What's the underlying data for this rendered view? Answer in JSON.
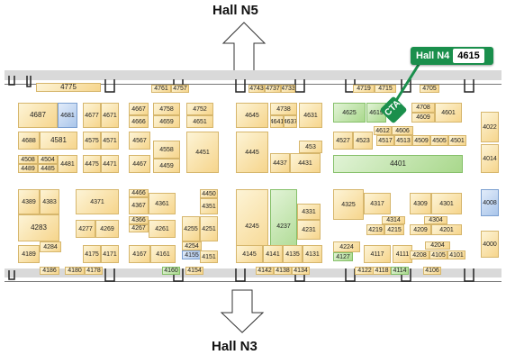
{
  "halls": {
    "north": "Hall N5",
    "south": "Hall N3"
  },
  "marker": {
    "hall": "Hall N4",
    "booth": "4615",
    "cta": "CTA"
  },
  "colors": {
    "booth_fill": "#f6d58c",
    "green_booth": "#a9d88c",
    "blue_booth": "#a9c5ea",
    "marker_green": "#1a8f4c"
  },
  "booths": [
    {
      "label": "4775",
      "style": "big"
    },
    {
      "label": "4761",
      "style": ""
    },
    {
      "label": "4757",
      "style": ""
    },
    {
      "label": "4743",
      "style": ""
    },
    {
      "label": "4737",
      "style": ""
    },
    {
      "label": "4733",
      "style": ""
    },
    {
      "label": "4719",
      "style": ""
    },
    {
      "label": "4715",
      "style": ""
    },
    {
      "label": "4705",
      "style": ""
    },
    {
      "label": "4687",
      "style": "big"
    },
    {
      "label": "4681",
      "style": ""
    },
    {
      "label": "4677",
      "style": ""
    },
    {
      "label": "4671",
      "style": ""
    },
    {
      "label": "4667",
      "style": ""
    },
    {
      "label": "4666",
      "style": ""
    },
    {
      "label": "4758",
      "style": ""
    },
    {
      "label": "4659",
      "style": ""
    },
    {
      "label": "4752",
      "style": ""
    },
    {
      "label": "4651",
      "style": ""
    },
    {
      "label": "4645",
      "style": ""
    },
    {
      "label": "4738",
      "style": ""
    },
    {
      "label": "4641",
      "style": ""
    },
    {
      "label": "4637",
      "style": ""
    },
    {
      "label": "4631",
      "style": ""
    },
    {
      "label": "4625",
      "style": ""
    },
    {
      "label": "4619",
      "style": ""
    },
    {
      "label": "4708",
      "style": ""
    },
    {
      "label": "4609",
      "style": ""
    },
    {
      "label": "4601",
      "style": ""
    },
    {
      "label": "4022",
      "style": ""
    },
    {
      "label": "4688",
      "style": ""
    },
    {
      "label": "4581",
      "style": "big"
    },
    {
      "label": "4575",
      "style": ""
    },
    {
      "label": "4571",
      "style": ""
    },
    {
      "label": "4567",
      "style": ""
    },
    {
      "label": "4527",
      "style": ""
    },
    {
      "label": "4523",
      "style": ""
    },
    {
      "label": "4612",
      "style": ""
    },
    {
      "label": "4606",
      "style": ""
    },
    {
      "label": "4517",
      "style": ""
    },
    {
      "label": "4513",
      "style": ""
    },
    {
      "label": "4509",
      "style": ""
    },
    {
      "label": "4505",
      "style": ""
    },
    {
      "label": "4501",
      "style": ""
    },
    {
      "label": "4508",
      "style": ""
    },
    {
      "label": "4504",
      "style": ""
    },
    {
      "label": "4489",
      "style": ""
    },
    {
      "label": "4485",
      "style": ""
    },
    {
      "label": "4481",
      "style": ""
    },
    {
      "label": "4475",
      "style": ""
    },
    {
      "label": "4471",
      "style": ""
    },
    {
      "label": "4467",
      "style": ""
    },
    {
      "label": "4558",
      "style": ""
    },
    {
      "label": "4459",
      "style": ""
    },
    {
      "label": "4451",
      "style": ""
    },
    {
      "label": "4445",
      "style": ""
    },
    {
      "label": "4437",
      "style": ""
    },
    {
      "label": "4431",
      "style": ""
    },
    {
      "label": "453",
      "style": ""
    },
    {
      "label": "4401",
      "style": "big"
    },
    {
      "label": "4014",
      "style": ""
    },
    {
      "label": "4389",
      "style": ""
    },
    {
      "label": "4383",
      "style": ""
    },
    {
      "label": "4371",
      "style": ""
    },
    {
      "label": "4466",
      "style": ""
    },
    {
      "label": "4367",
      "style": ""
    },
    {
      "label": "4361",
      "style": ""
    },
    {
      "label": "4450",
      "style": ""
    },
    {
      "label": "4351",
      "style": ""
    },
    {
      "label": "4331",
      "style": ""
    },
    {
      "label": "4325",
      "style": ""
    },
    {
      "label": "4317",
      "style": ""
    },
    {
      "label": "4309",
      "style": ""
    },
    {
      "label": "4301",
      "style": ""
    },
    {
      "label": "4008",
      "style": ""
    },
    {
      "label": "4283",
      "style": "big"
    },
    {
      "label": "4277",
      "style": ""
    },
    {
      "label": "4269",
      "style": ""
    },
    {
      "label": "4366",
      "style": ""
    },
    {
      "label": "4267",
      "style": ""
    },
    {
      "label": "4261",
      "style": ""
    },
    {
      "label": "4255",
      "style": ""
    },
    {
      "label": "4251",
      "style": ""
    },
    {
      "label": "4245",
      "style": ""
    },
    {
      "label": "4237",
      "style": ""
    },
    {
      "label": "4231",
      "style": ""
    },
    {
      "label": "4314",
      "style": ""
    },
    {
      "label": "4219",
      "style": ""
    },
    {
      "label": "4215",
      "style": ""
    },
    {
      "label": "4304",
      "style": ""
    },
    {
      "label": "4209",
      "style": ""
    },
    {
      "label": "4201",
      "style": ""
    },
    {
      "label": "4000",
      "style": ""
    },
    {
      "label": "4284",
      "style": ""
    },
    {
      "label": "4189",
      "style": ""
    },
    {
      "label": "4175",
      "style": ""
    },
    {
      "label": "4171",
      "style": ""
    },
    {
      "label": "4167",
      "style": ""
    },
    {
      "label": "4161",
      "style": ""
    },
    {
      "label": "4254",
      "style": ""
    },
    {
      "label": "4155",
      "style": ""
    },
    {
      "label": "4151",
      "style": ""
    },
    {
      "label": "4145",
      "style": ""
    },
    {
      "label": "4141",
      "style": ""
    },
    {
      "label": "4135",
      "style": ""
    },
    {
      "label": "4131",
      "style": ""
    },
    {
      "label": "4224",
      "style": ""
    },
    {
      "label": "4127",
      "style": ""
    },
    {
      "label": "4117",
      "style": ""
    },
    {
      "label": "4111",
      "style": ""
    },
    {
      "label": "4204",
      "style": ""
    },
    {
      "label": "4208",
      "style": ""
    },
    {
      "label": "4105",
      "style": ""
    },
    {
      "label": "4101",
      "style": ""
    },
    {
      "label": "4186",
      "style": ""
    },
    {
      "label": "4180",
      "style": ""
    },
    {
      "label": "4178",
      "style": ""
    },
    {
      "label": "4160",
      "style": ""
    },
    {
      "label": "4154",
      "style": ""
    },
    {
      "label": "4142",
      "style": ""
    },
    {
      "label": "4138",
      "style": ""
    },
    {
      "label": "4134",
      "style": ""
    },
    {
      "label": "4122",
      "style": ""
    },
    {
      "label": "4118",
      "style": ""
    },
    {
      "label": "4114",
      "style": ""
    },
    {
      "label": "4106",
      "style": ""
    }
  ]
}
